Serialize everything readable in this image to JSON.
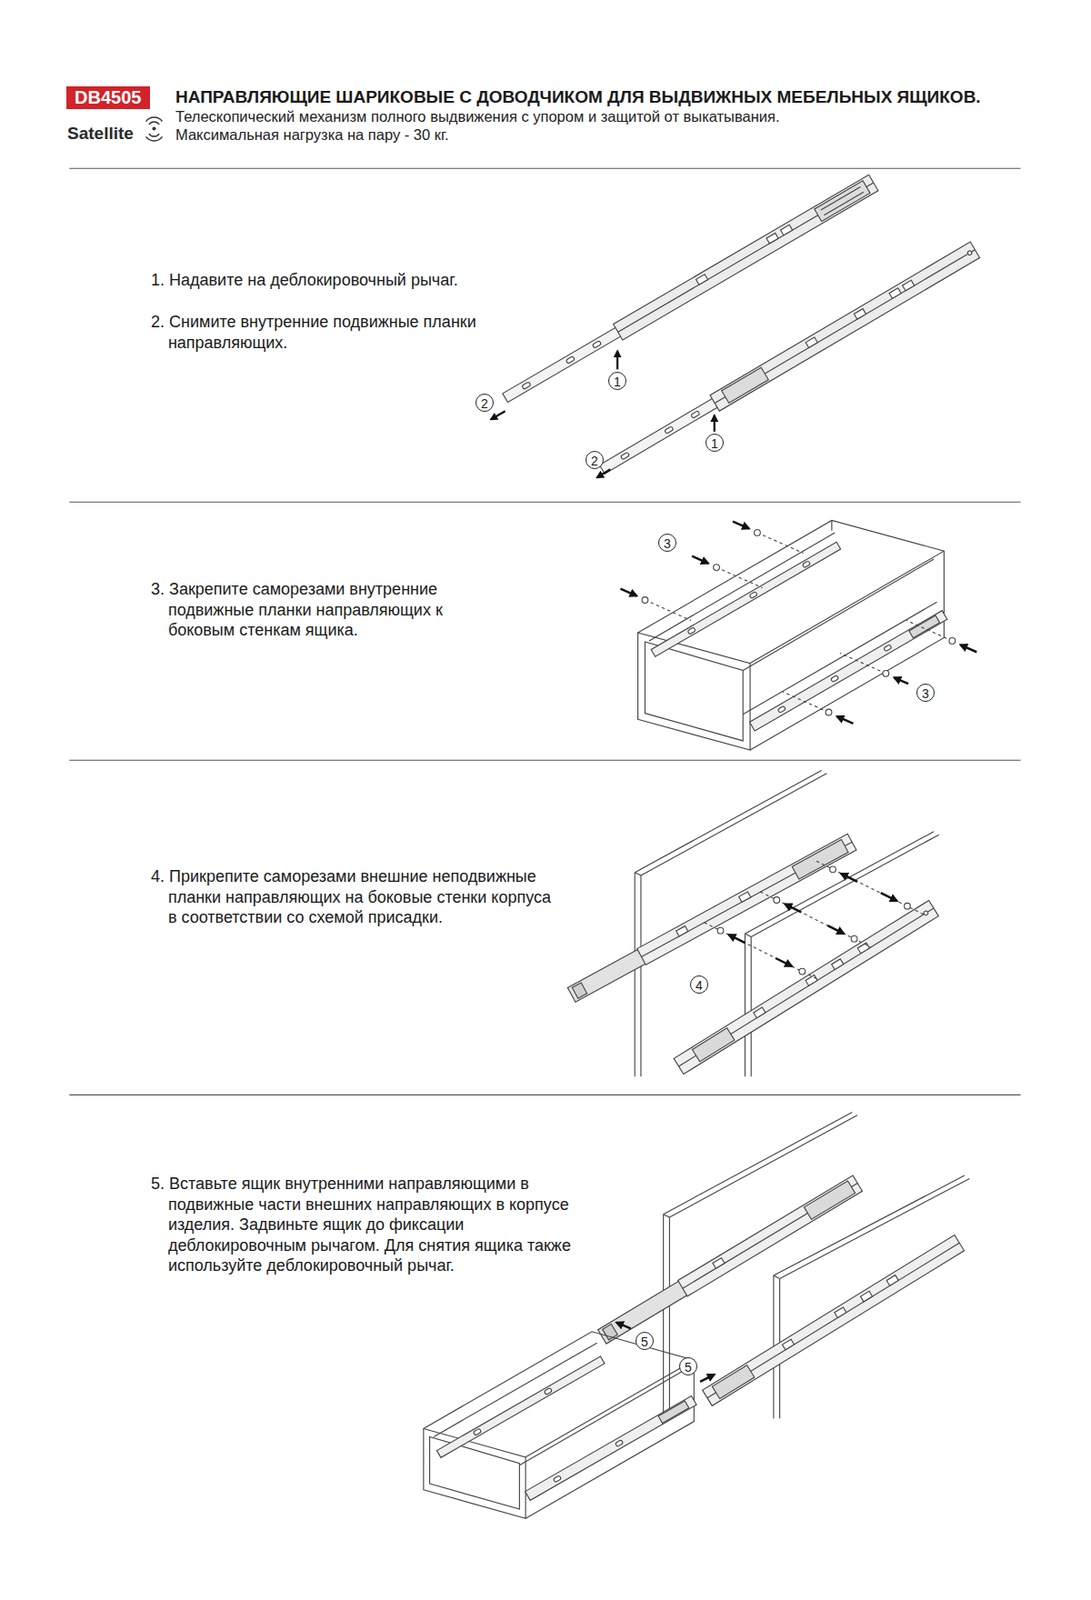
{
  "diagram": {
    "title": "НАПРАВЛЯЮЩИЕ ШАРИКОВЫЕ С ДОВОДЧИКОМ ДЛЯ ВЫДВИЖНЫХ МЕБЕЛЬНЫХ ЯЩИКОВ.",
    "nodes": [
      {
        "text": [
          "DB4505"
        ]
      }
    ],
    "labels": [
      "Satellite",
      "Телескопический механизм полного выдвижения с упором и защитой от выкатывания.",
      "Максимальная нагрузка на пару - 30 кг.",
      "1. Надавите на деблокировочный рычаг.",
      "2. Снимите внутренние подвижные планки направляющих.",
      "3. Закрепите саморезами внутренние подвижные планки направляющих к боковым стенкам ящика.",
      "4. Прикрепите саморезами внешние неподвижные планки направляющих на боковые стенки корпуса в соответствии со схемой присадки.",
      "5. Вставьте ящик внутренними направляющими в подвижные части внешних направляющих в корпусе изделия. Задвиньте ящик до фиксации деблокировочным рычагом. Для снятия ящика также используйте деблокировочный рычаг.",
      "2",
      "1",
      "2",
      "1",
      "3",
      "3",
      "4",
      "5",
      "5"
    ]
  }
}
